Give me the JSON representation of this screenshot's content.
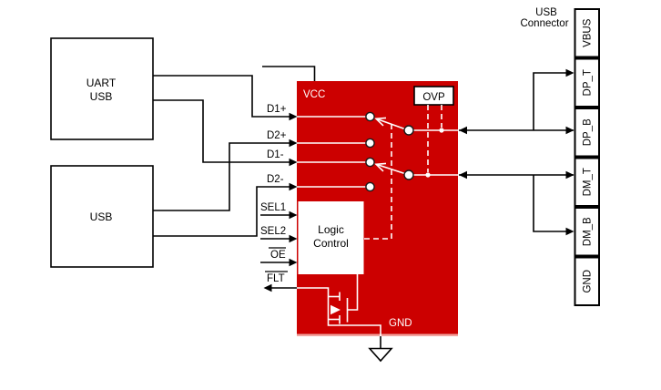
{
  "blocks": {
    "uart_usb": {
      "line1": "UART",
      "line2": "USB"
    },
    "usb": {
      "label": "USB"
    }
  },
  "ic": {
    "vcc": "VCC",
    "gnd": "GND",
    "ovp": "OVP",
    "logic": {
      "line1": "Logic",
      "line2": "Control"
    }
  },
  "left_pins": [
    {
      "label": "D1+"
    },
    {
      "label": "D2+"
    },
    {
      "label": "D1-"
    },
    {
      "label": "D2-"
    },
    {
      "label": "SEL1"
    },
    {
      "label": "SEL2"
    },
    {
      "label": "OE",
      "overline": true
    },
    {
      "label": "FLT",
      "overline": true
    }
  ],
  "usb_connector": {
    "title_line1": "USB",
    "title_line2": "Connector",
    "pins": [
      {
        "label": "VBUS"
      },
      {
        "label": "DP_T"
      },
      {
        "label": "DP_B"
      },
      {
        "label": "DM_T"
      },
      {
        "label": "DM_B"
      },
      {
        "label": "GND"
      }
    ]
  },
  "colors": {
    "ic_red": "#cc0000",
    "ic_bottom_edge": "#f2a39e",
    "wire": "#000000"
  }
}
